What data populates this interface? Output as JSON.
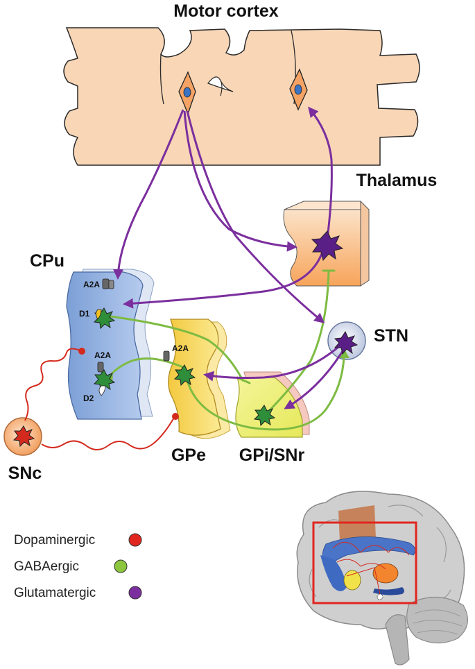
{
  "title": "Motor cortex",
  "regions": {
    "thalamus": "Thalamus",
    "cpu": "CPu",
    "stn": "STN",
    "gpe": "GPe",
    "gpi": "GPi/SNr",
    "snc": "SNc"
  },
  "receptors": {
    "a2a_cpu_top": "A2A",
    "d1": "D1",
    "a2a_cpu_mid": "A2A",
    "d2": "D2",
    "a2a_gpe": "A2A"
  },
  "legend": [
    {
      "label": "Dopaminergic",
      "color": "#e0261f"
    },
    {
      "label": "GABAergic",
      "color": "#8cc63f"
    },
    {
      "label": "Glutamatergic",
      "color": "#7b2f9e"
    }
  ],
  "colors": {
    "glutamatergic": "#7b2f9e",
    "gabaergic": "#7dbb42",
    "dopaminergic": "#d42a1e",
    "cortex": "#f8d6b6",
    "cpu": "#8eaedd",
    "gpe": "#f6d85c",
    "gpi": "#eef07a",
    "thalamus": "#f7a65b"
  }
}
